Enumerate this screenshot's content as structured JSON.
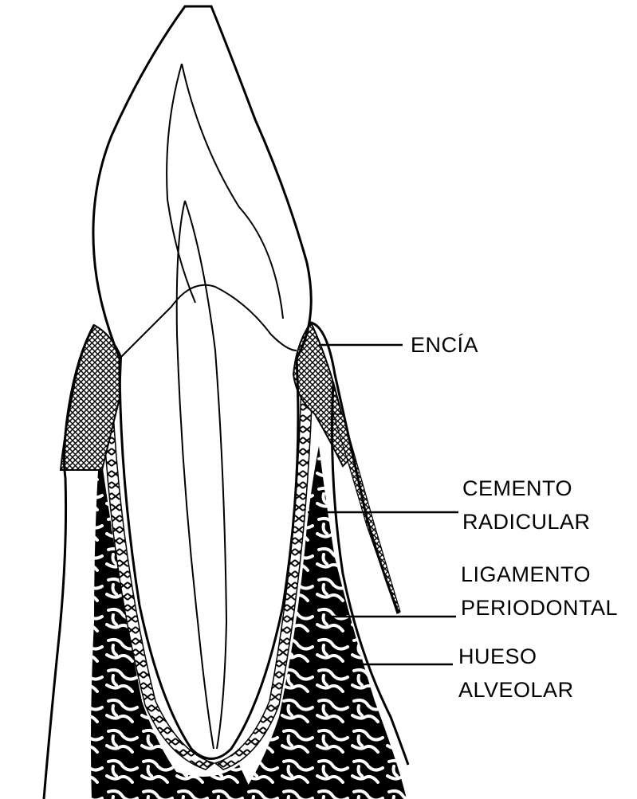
{
  "diagram": {
    "labels": {
      "encia": "ENCÍA",
      "cemento_line1": "CEMENTO",
      "cemento_line2": "RADICULAR",
      "ligamento_line1": "LIGAMENTO",
      "ligamento_line2": "PERIODONTAL",
      "hueso_line1": "HUESO",
      "hueso_line2": "ALVEOLAR"
    },
    "colors": {
      "ink": "#000000",
      "paper": "#ffffff"
    }
  }
}
